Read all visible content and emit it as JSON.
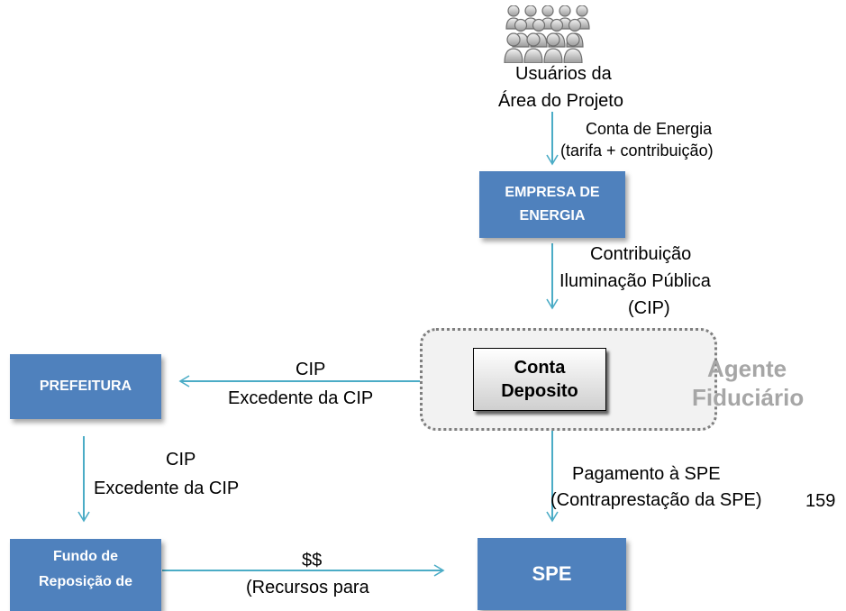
{
  "users": {
    "label_line1": "Usuários da",
    "label_line2": "Área do Projeto"
  },
  "flow1": {
    "line1": "Conta de Energia",
    "line2": "(tarifa + contribuição)"
  },
  "empresa": {
    "line1": "EMPRESA DE",
    "line2": "ENERGIA"
  },
  "flow2": {
    "line1": "Contribuição",
    "line2": "Iluminação Pública",
    "line3": "(CIP)"
  },
  "conta_deposito": {
    "line1": "Conta",
    "line2": "Deposito"
  },
  "agente": {
    "line1": "Agente",
    "line2": "Fiduciário"
  },
  "prefeitura": {
    "label": "PREFEITURA"
  },
  "flow3": {
    "line1": "CIP",
    "line2": "Excedente da CIP"
  },
  "flow4": {
    "line1": "CIP",
    "line2": "Excedente da CIP"
  },
  "flow5": {
    "line1": "Pagamento à SPE",
    "line2": "(Contraprestação da SPE)"
  },
  "page_number": "159",
  "fundo": {
    "line1": "Fundo de",
    "line2": "Reposição de"
  },
  "flow6": {
    "line1": "$$",
    "line2": "(Recursos para"
  },
  "spe": {
    "label": "SPE"
  },
  "colors": {
    "box_blue": "#4f81bd",
    "arrow": "#4bacc6",
    "agente_text": "#a6a6a6"
  }
}
